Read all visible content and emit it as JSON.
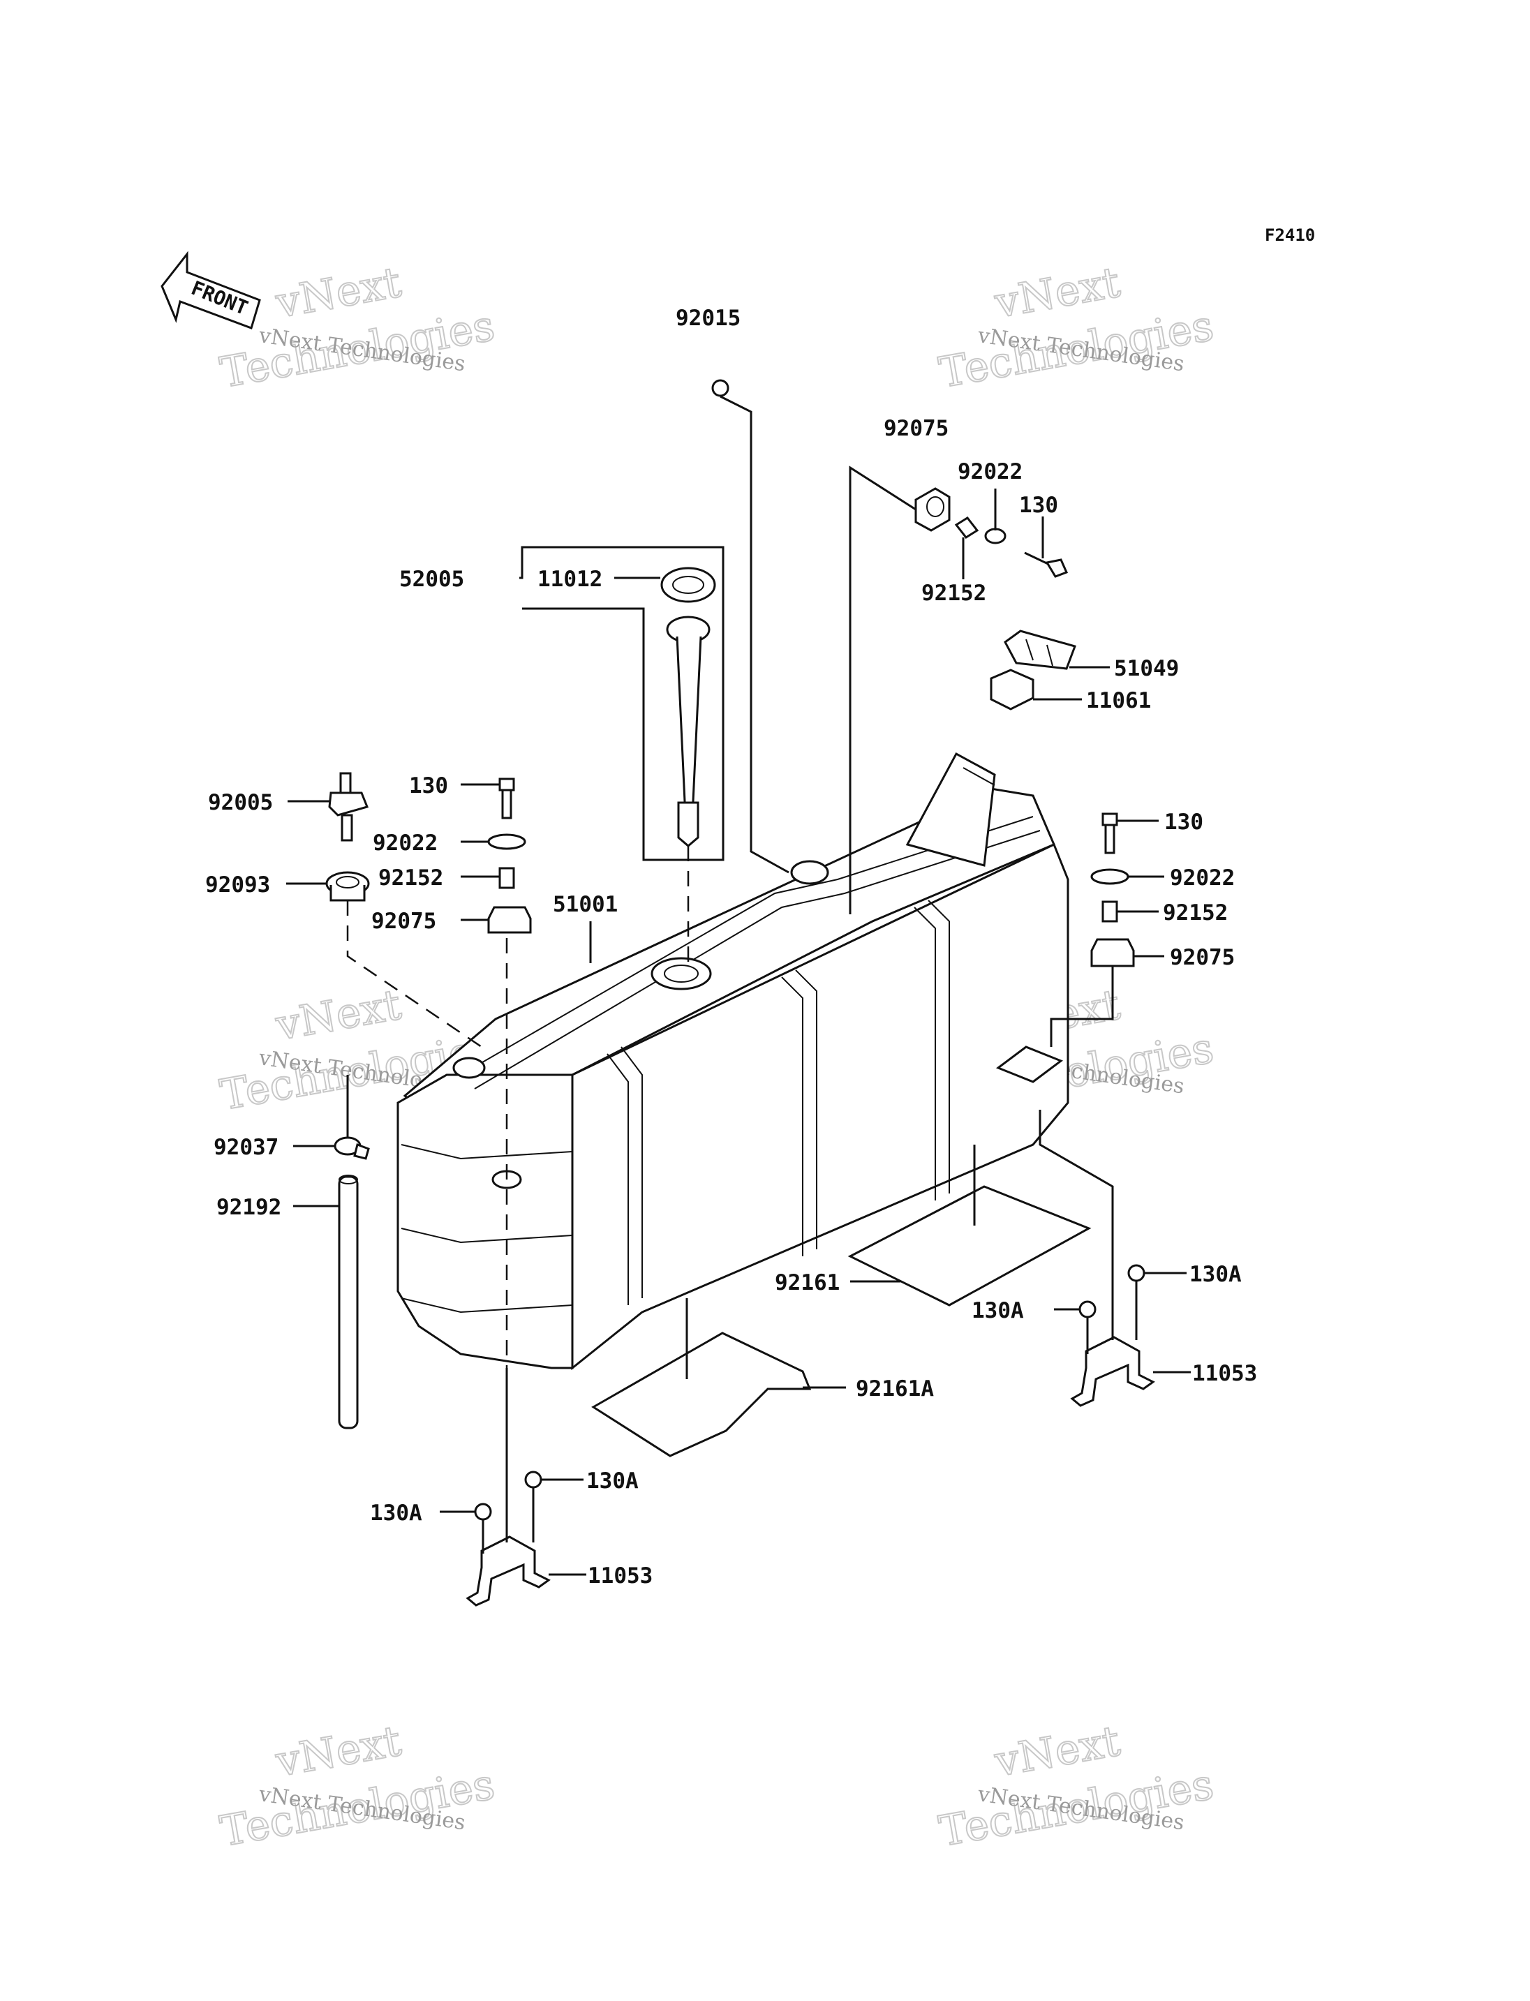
{
  "diagram_code": "F2410",
  "front_label": "FRONT",
  "watermark": {
    "line1": "vNext Technologies",
    "line2": "vNext",
    "line3": "Technologies"
  },
  "parts": {
    "p92015": "92015",
    "p92075_top": "92075",
    "p92022_top": "92022",
    "p130_top": "130",
    "p92152_top": "92152",
    "p52005": "52005",
    "p11012": "11012",
    "p51049": "51049",
    "p11061": "11061",
    "p92005": "92005",
    "p130_left": "130",
    "p92022_left": "92022",
    "p92093": "92093",
    "p92152_left": "92152",
    "p92075_left": "92075",
    "p51001": "51001",
    "p130_right": "130",
    "p92022_right": "92022",
    "p92152_right": "92152",
    "p92075_right": "92075",
    "p92037": "92037",
    "p92192": "92192",
    "p92161": "92161",
    "p130A_r1": "130A",
    "p130A_r2": "130A",
    "p11053_right": "11053",
    "p92161A": "92161A",
    "p130A_b1": "130A",
    "p130A_b2": "130A",
    "p11053_bottom": "11053"
  }
}
